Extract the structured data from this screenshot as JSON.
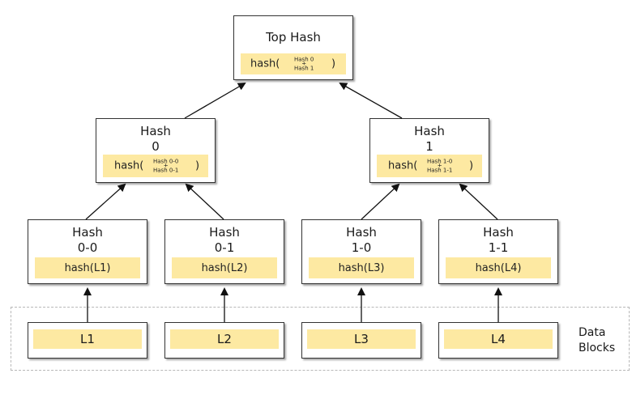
{
  "top": {
    "title": "Top Hash",
    "fn": "hash(",
    "stack_a": "Hash 0",
    "plus": "+",
    "stack_b": "Hash 1",
    "close": ")"
  },
  "hash0": {
    "line1": "Hash",
    "line2": "0",
    "fn": "hash(",
    "stack_a": "Hash 0-0",
    "plus": "+",
    "stack_b": "Hash 0-1",
    "close": ")"
  },
  "hash1": {
    "line1": "Hash",
    "line2": "1",
    "fn": "hash(",
    "stack_a": "Hash 1-0",
    "plus": "+",
    "stack_b": "Hash 1-1",
    "close": ")"
  },
  "leaf_hashes": [
    {
      "line1": "Hash",
      "line2": "0-0",
      "expr": "hash(L1)"
    },
    {
      "line1": "Hash",
      "line2": "0-1",
      "expr": "hash(L2)"
    },
    {
      "line1": "Hash",
      "line2": "1-0",
      "expr": "hash(L3)"
    },
    {
      "line1": "Hash",
      "line2": "1-1",
      "expr": "hash(L4)"
    }
  ],
  "data_blocks": {
    "label_line1": "Data",
    "label_line2": "Blocks",
    "items": [
      "L1",
      "L2",
      "L3",
      "L4"
    ]
  },
  "colors": {
    "fill": "#fde9a2",
    "border": "#333333",
    "region_dash": "#b8b8b8"
  }
}
